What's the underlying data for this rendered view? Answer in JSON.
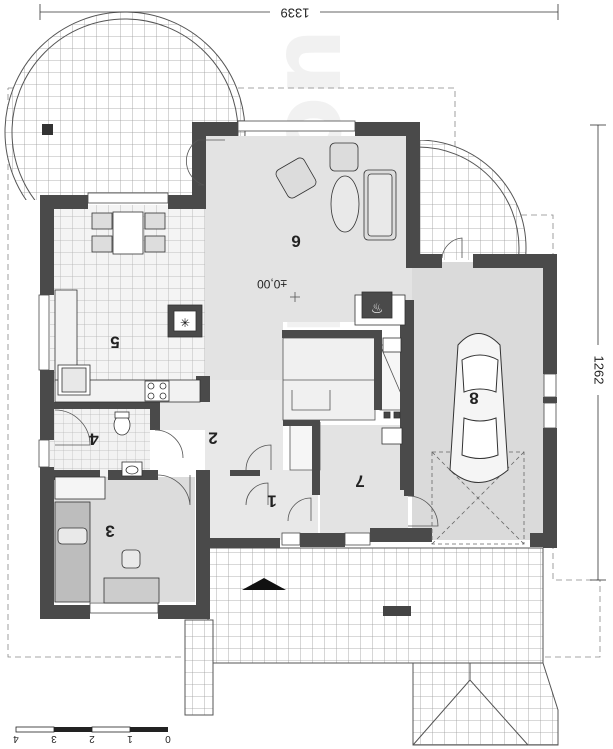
{
  "dimensions": {
    "width": "1339",
    "depth": "1262"
  },
  "level_mark": "±0,00",
  "rooms": [
    "1",
    "2",
    "3",
    "4",
    "5",
    "6",
    "7",
    "8"
  ],
  "scale": {
    "ticks": [
      "0",
      "1",
      "2",
      "3",
      "4"
    ]
  },
  "colors": {
    "wall": "#4a4a4a",
    "terrace_grid": "#9a9a9a",
    "living_floor": "#e3e3e3",
    "bedroom_floor": "#dcdcdc",
    "garage_floor": "#dadada",
    "kitchen_grid": "#b0b0b0"
  },
  "icons": [
    "fireplace-icon",
    "stove-icon",
    "car-icon",
    "entrance-arrow-icon"
  ]
}
